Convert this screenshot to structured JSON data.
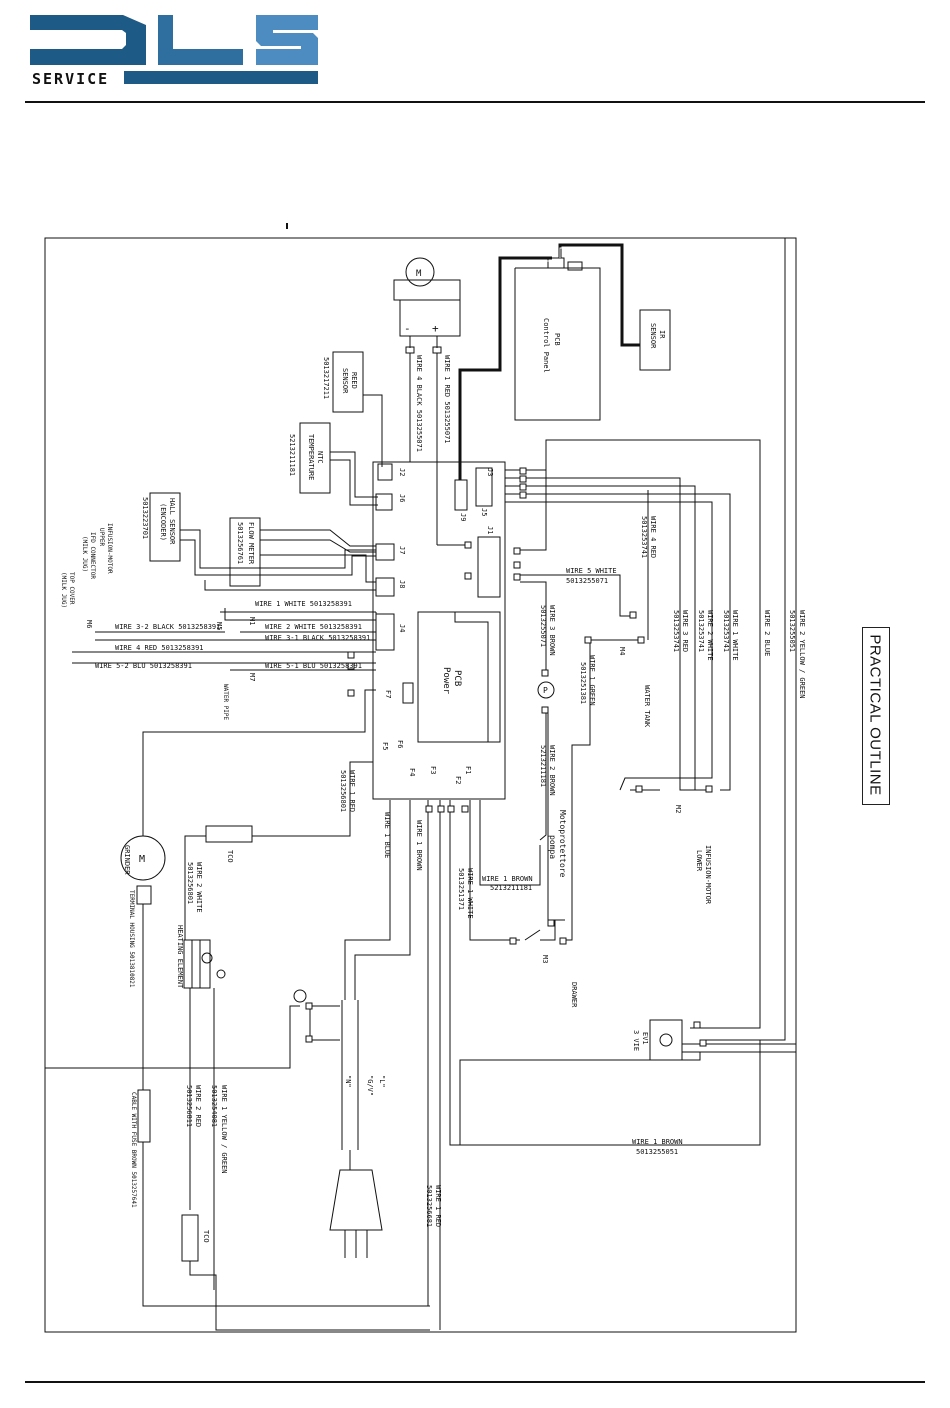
{
  "header": {
    "brand_letters": "DLS",
    "brand_sub": "SERVICE"
  },
  "side_title": "PRACTICAL OUTLINE",
  "colors": {
    "brand_dark": "#1e5a86",
    "brand_light": "#4d8cc0",
    "line": "#111111"
  },
  "labels": {
    "pcb_control": "PCB",
    "control_panel": "Control Panel",
    "ir_sensor_1": "IR",
    "ir_sensor_2": "SENSOR",
    "reed_1": "REED",
    "reed_2": "SENSOR",
    "reed_code": "5013217211",
    "ntc_1": "NTC",
    "ntc_2": "TEMPERATURE",
    "ntc_code": "5213211181",
    "hall_1": "HALL SENSOR",
    "hall_2": "(ENCODER)",
    "hall_code": "5013223701",
    "flow_1": "FLOW METER",
    "flow_code": "5013256761",
    "infusion_upper_1": "INFUSION-MOTOR",
    "infusion_upper_2": "UPPER",
    "ifd_1": "IFD CONNECTOR",
    "ifd_2": "(MILK JUG)",
    "topcover_1": "TOP COVER",
    "topcover_2": "(MILK JUG)",
    "water_pipe": "WATER PIPE",
    "pcb_power_1": "PCB",
    "pcb_power_2": "Power",
    "motoprotettore_1": "Motoprotettore",
    "motoprotettore_2": "pompa",
    "water_tank": "WATER TANK",
    "infusion_lower_1": "INFUSION-MOTOR",
    "infusion_lower_2": "LOWER",
    "drawer": "DRAWER",
    "grinder": "GRINDER",
    "tco": "TCO",
    "heating": "HEATING ELEMENT",
    "terminal_housing": "TERMINAL HOUSING  5013810821",
    "cable_fuse": "CABLE WITH FUSE  BROWN  5013257641",
    "ev1_1": "EV1",
    "ev1_2": "3 VIE",
    "plug_n": "\"N\"",
    "plug_l": "\"L\"",
    "plug_gv": "\"G/V\"",
    "m": "M",
    "p": "P"
  },
  "wires": {
    "w4_black": "WIRE 4 BLACK 5013255071",
    "w1_red_top": "WIRE 1 RED 5013255071",
    "w1_white_391": "WIRE 1 WHITE 5013258391",
    "w2_white_391": "WIRE 2 WHITE 5013258391",
    "w32_black": "WIRE 3-2 BLACK 5013258391",
    "w31_black": "WIRE 3-1 BLACK 5013258391",
    "w4_red_391": "WIRE 4 RED 5013258391",
    "w52_blu": "WIRE 5-2 BLU 5013258391",
    "w51_blu": "WIRE 5-1 BLU 5013258391",
    "w5_white": "WIRE 5 WHITE",
    "w5_white_code": "5013255071",
    "w3_brown": "WIRE 3 BROWN",
    "w3_brown_code": "5013255071",
    "w1_green": "WIRE 1 GREEN",
    "w1_green_code": "5013251381",
    "w2_brown": "WIRE 2 BROWN",
    "w2_brown_code": "5213211181",
    "w4_red_741": "WIRE 4 RED",
    "w4_red_741_code": "5013253741",
    "w3_red_741": "WIRE 3 RED",
    "w3_red_741_code": "5013253741",
    "w2_white_741": "WIRE 2 WHITE",
    "w2_white_741_code": "5013253741",
    "w1_white_741": "WIRE 1 WHITE",
    "w1_white_741_code": "5013253741",
    "w2_blue": "WIRE 2 BLUE",
    "w2_yellow_green": "WIRE 2 YELLOW / GREEN",
    "w2_yg_code": "5013255051",
    "w1_red_801": "WIRE 1 RED",
    "w1_red_801_code": "5013256801",
    "w1_blue": "WIRE 1 BLUE",
    "w1_brown": "WIRE 1 BROWN",
    "w1_brown_1181": "WIRE 1 BROWN",
    "w1_brown_1181_code": "5213211181",
    "w1_white_1371": "WIRE 1 WHITE",
    "w1_white_1371_code": "5013251371",
    "w2_white_801": "WIRE 2 WHITE",
    "w2_white_801_code": "5013256801",
    "w2_red_811": "WIRE 2 RED",
    "w2_red_811_code": "5013256811",
    "w1_yellow_green": "WIRE 1 YELLOW / GREEN",
    "w1_yg_code": "5013254081",
    "w1_red_681": "WIRE 1 RED",
    "w1_red_681_code": "5013256681",
    "w1_brown_051": "WIRE 1 BROWN",
    "w1_brown_051_code": "5013255051"
  },
  "connectors": {
    "j1": "J1",
    "j2": "J2",
    "j3": "J3",
    "j4": "J4",
    "j5": "J5",
    "j6": "J6",
    "j7": "J7",
    "j8": "J8",
    "j9": "J9",
    "f1": "F1",
    "f2": "F2",
    "f3": "F3",
    "f4": "F4",
    "f5": "F5",
    "f6": "F6",
    "f7": "F7",
    "m1": "M1",
    "m2": "M2",
    "m3": "M3",
    "m4": "M4",
    "m5": "M5",
    "m6": "M6",
    "m7": "M7",
    "minus": "-",
    "plus": "+"
  }
}
